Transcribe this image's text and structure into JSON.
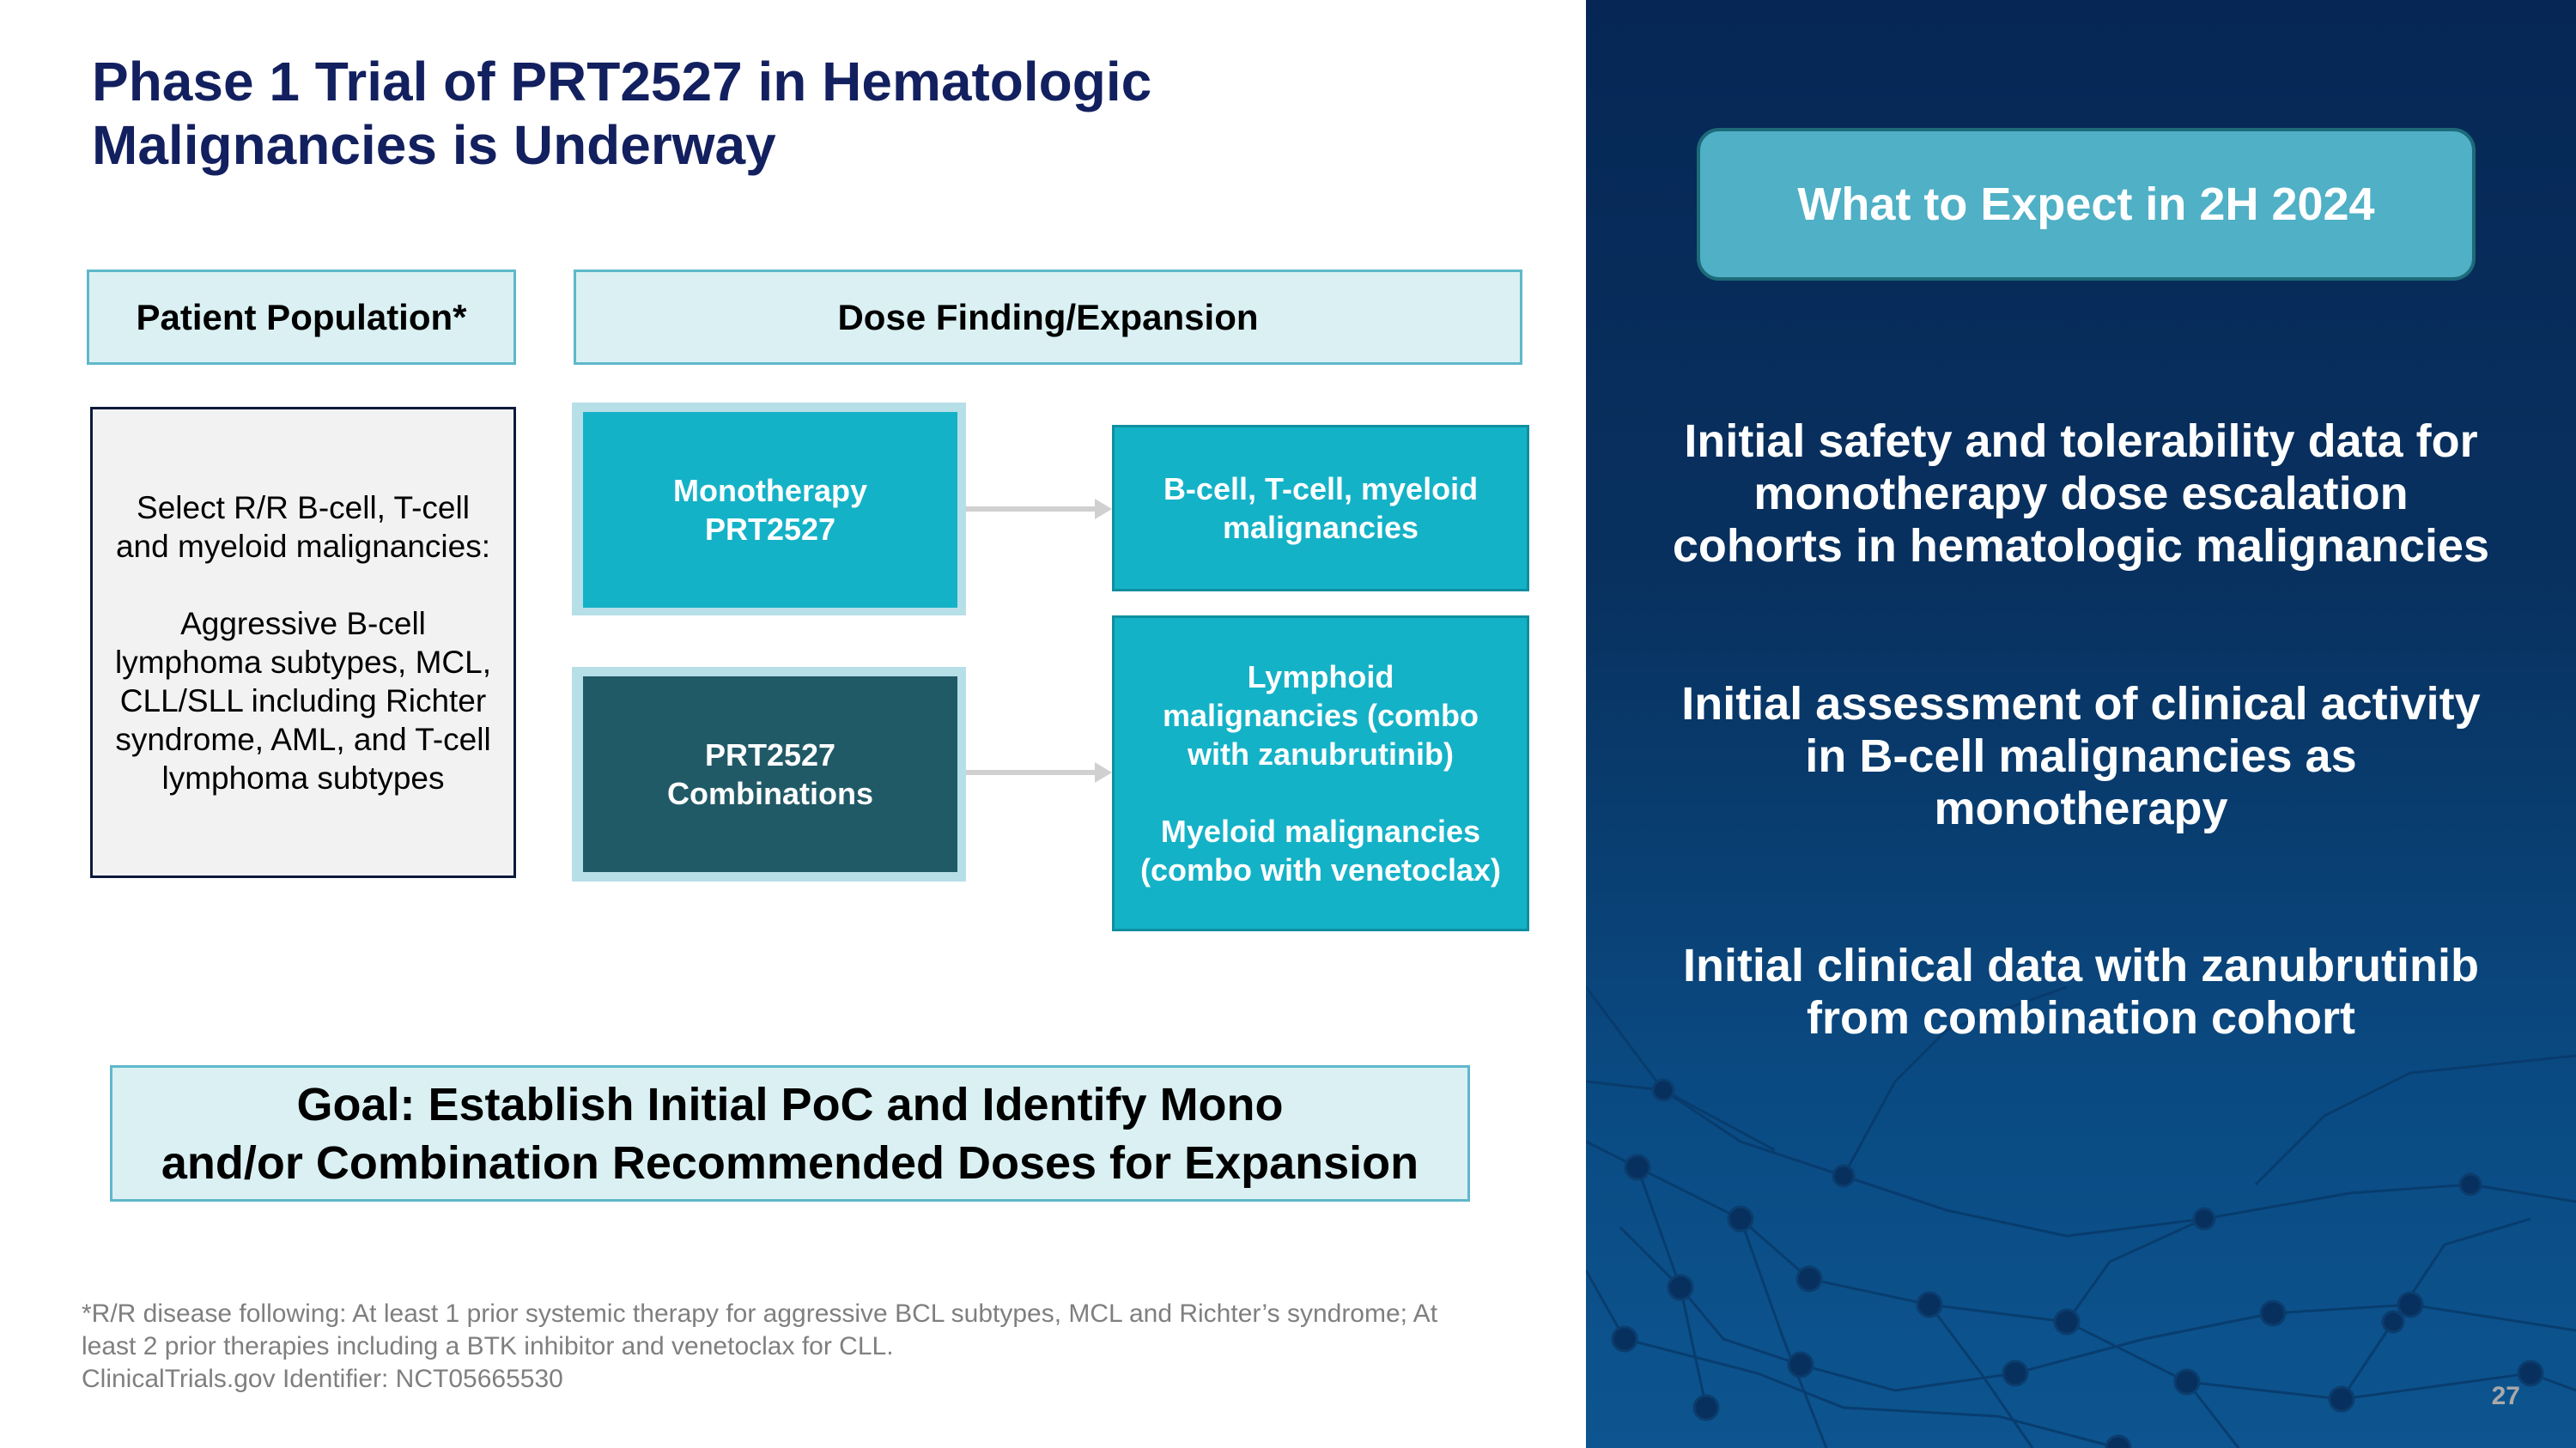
{
  "slide": {
    "title_line1": "Phase 1 Trial of PRT2527 in Hematologic",
    "title_line2": "Malignancies is Underway",
    "page_number": "27"
  },
  "diagram": {
    "patient_header": "Patient Population*",
    "dose_header": "Dose Finding/Expansion",
    "patient_box": {
      "intro_line1": "Select R/R B-cell, T-cell",
      "intro_line2": "and myeloid malignancies:",
      "detail_line1": "Aggressive B-cell",
      "detail_line2": "lymphoma subtypes, MCL,",
      "detail_line3": "CLL/SLL including Richter",
      "detail_line4": "syndrome, AML, and T-cell",
      "detail_line5": "lymphoma subtypes"
    },
    "monotherapy": {
      "line1": "Monotherapy",
      "line2": "PRT2527"
    },
    "combinations": {
      "line1": "PRT2527",
      "line2": "Combinations"
    },
    "mono_result": {
      "line1": "B-cell, T-cell, myeloid",
      "line2": "malignancies"
    },
    "combo_result": {
      "lymphoid_line1": "Lymphoid",
      "lymphoid_line2": "malignancies (combo",
      "lymphoid_line3": "with zanubrutinib)",
      "myeloid_line1": "Myeloid malignancies",
      "myeloid_line2": "(combo with venetoclax)"
    },
    "goal_line1": "Goal: Establish Initial PoC and Identify Mono",
    "goal_line2": "and/or Combination Recommended Doses for Expansion"
  },
  "footnote": {
    "line1": "*R/R disease following: At least 1 prior systemic therapy for aggressive BCL subtypes, MCL and Richter’s syndrome; At",
    "line2": "least 2 prior therapies including a BTK inhibitor and venetoclax for CLL.",
    "line3": "ClinicalTrials.gov Identifier: NCT05665530"
  },
  "panel": {
    "header": "What to Expect in 2H 2024",
    "bullets": [
      {
        "line1": "Initial safety and tolerability data for",
        "line2": "monotherapy dose escalation",
        "line3": "cohorts in hematologic malignancies"
      },
      {
        "line1": "Initial assessment of clinical activity",
        "line2": "in B-cell malignancies as",
        "line3": "monotherapy"
      },
      {
        "line1": "Initial clinical data with zanubrutinib",
        "line2": "from combination cohort"
      }
    ]
  },
  "colors": {
    "title": "#13205f",
    "header_fill": "#daf0f3",
    "teal": "#14b2c7",
    "dark_teal": "#215a67",
    "panel_navy": "#062756",
    "expect_button": "#4fb0c6"
  }
}
